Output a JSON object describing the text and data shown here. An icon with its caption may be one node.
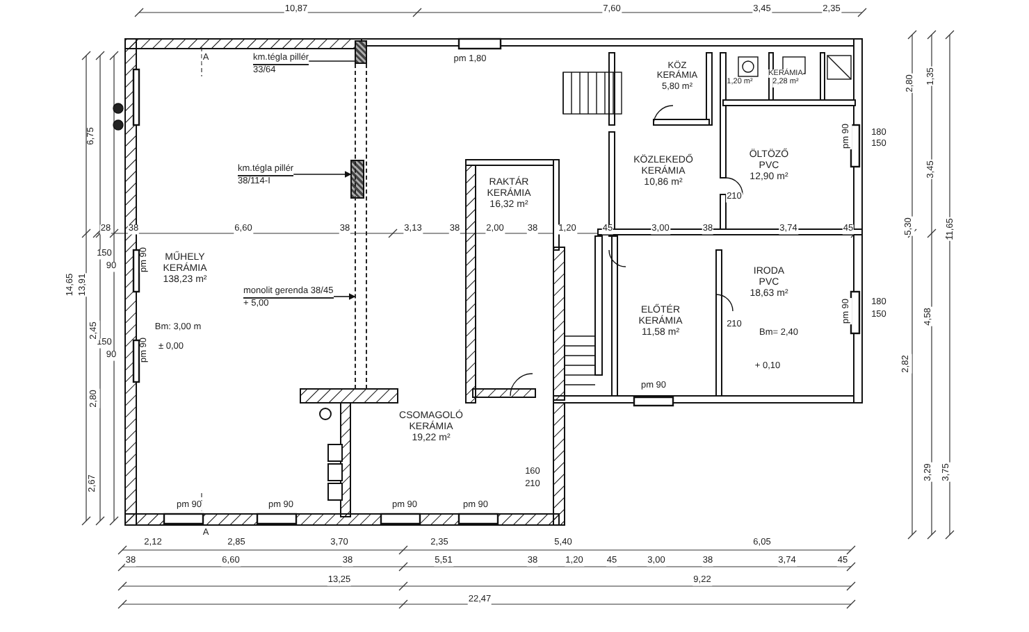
{
  "diagram": {
    "nodes": [
      {
        "text": [
          "MŰHELY",
          "KERÁMIA",
          "138,23 m²"
        ]
      },
      {
        "text": [
          "CSOMAGOLÓ",
          "KERÁMIA",
          "19,22 m²"
        ]
      },
      {
        "text": [
          "RAKTÁR",
          "KERÁMIA",
          "16,32 m²"
        ]
      },
      {
        "text": [
          "KÖZ",
          "KERÁMIA",
          "5,80 m²"
        ]
      },
      {
        "text": [
          "KÖZLEKEDŐ",
          "KERÁMIA",
          "10,86 m²"
        ]
      },
      {
        "text": [
          "ÖLTÖZŐ",
          "PVC",
          "12,90 m²"
        ]
      },
      {
        "text": [
          "ELŐTÉR",
          "KERÁMIA",
          "11,58 m²"
        ]
      },
      {
        "text": [
          "IRODA",
          "PVC",
          "18,63 m²"
        ]
      },
      {
        "text": [
          "1,20 m²"
        ]
      },
      {
        "text": [
          "KERÁMIA",
          "2,28 m²"
        ]
      },
      {
        "text": [
          "km.tégla pillér",
          "33/64"
        ]
      },
      {
        "text": [],
        "shape": "box"
      },
      {
        "text": [
          "km.tégla pillér",
          "38/114-I"
        ]
      },
      {
        "text": [],
        "shape": "box"
      },
      {
        "text": [
          "monolit gerenda 38/45",
          "+ 5,00"
        ]
      },
      {
        "text": [],
        "shape": "bar"
      }
    ],
    "edges": [
      {
        "from": 10,
        "to": 11,
        "arrow": "none"
      },
      {
        "from": 12,
        "to": 13,
        "arrow": "to"
      },
      {
        "from": 14,
        "to": 15,
        "arrow": "to"
      }
    ],
    "labels": [
      "10,87",
      "7,60",
      "3,45",
      "2,35",
      "A",
      "pm 1,80",
      "28",
      "38",
      "6,60",
      "38",
      "3,13",
      "38",
      "2,00",
      "38",
      "1,20",
      "45",
      "3,00",
      "38",
      "3,74",
      "45",
      "150",
      "90",
      "pm 90",
      "Bm: 3,00 m",
      "± 0,00",
      "150",
      "90",
      "pm 90",
      "pm 90",
      "pm 90",
      "pm 90",
      "160",
      "210",
      "pm 90",
      "pm 90",
      "2,12",
      "2,85",
      "3,70",
      "2,35",
      "5,40",
      "6,05",
      "38",
      "6,60",
      "38",
      "5,51",
      "38",
      "1,20",
      "45",
      "3,00",
      "38",
      "3,74",
      "45",
      "13,25",
      "9,22",
      "22,47",
      "A",
      "180",
      "150",
      "pm 90",
      "180",
      "150",
      "pm 90",
      "2,80",
      "5,30",
      "2,82",
      "1,35",
      "3,45",
      "11,65",
      "4,58",
      "3,29",
      "3,75",
      "6,75",
      "14,65",
      "13,91",
      "2,45",
      "2,80",
      "2,67",
      "Bm= 2,40",
      "+ 0,10",
      "210",
      "210"
    ]
  }
}
